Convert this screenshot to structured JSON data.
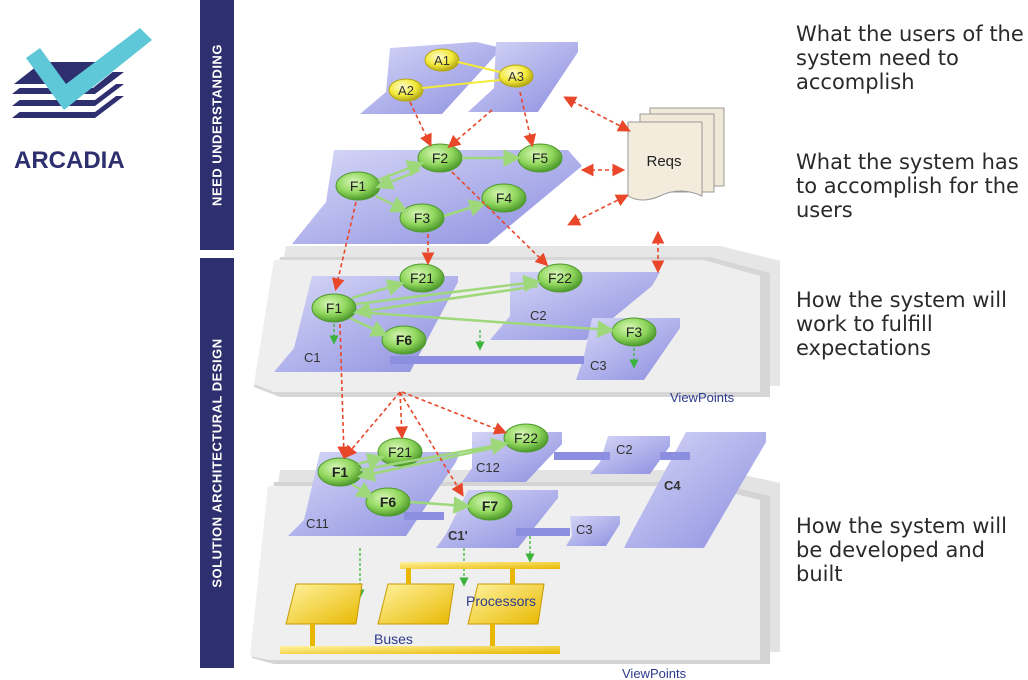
{
  "logo": {
    "text": "ARCADIA",
    "icon": "checkmark-stack-icon",
    "colors": {
      "navy": "#2e2f6f",
      "check": "#5ec8d8"
    }
  },
  "sidebar": {
    "need_label": "NEED UNDERSTANDING",
    "solution_label": "SOLUTION ARCHITECTURAL DESIGN",
    "color": "#2e2f6f"
  },
  "captions": [
    "What the users of the system need to accomplish",
    "What the system has to accomplish for the users",
    "How the system will work to fulfill expectations",
    "How the system will be developed and built"
  ],
  "diagram": {
    "colors": {
      "panel": "#8c8ee0",
      "node_green": "#8fd65c",
      "node_yellow": "#f3ea3a",
      "hardware": "#f2c200",
      "arrow_red": "#e8472a",
      "arrow_green": "#3cb33c",
      "viewpoint": "#e1e1e1"
    },
    "operational_activities": [
      "A1",
      "A2",
      "A3"
    ],
    "reqs_label": "Reqs",
    "system_functions": [
      "F1",
      "F2",
      "F3",
      "F4",
      "F5"
    ],
    "logical": {
      "functions": [
        "F21",
        "F1",
        "F22",
        "F6",
        "F3"
      ],
      "components": [
        "C2",
        "C1",
        "C3"
      ],
      "viewpoints_label": "ViewPoints"
    },
    "physical": {
      "functions": [
        "F22",
        "F21",
        "F1",
        "F6",
        "F7"
      ],
      "components": [
        "C2",
        "C12",
        "C4",
        "C11",
        "C1'",
        "C3"
      ],
      "processors_label": "Processors",
      "buses_label": "Buses",
      "viewpoints_label": "ViewPoints"
    }
  }
}
